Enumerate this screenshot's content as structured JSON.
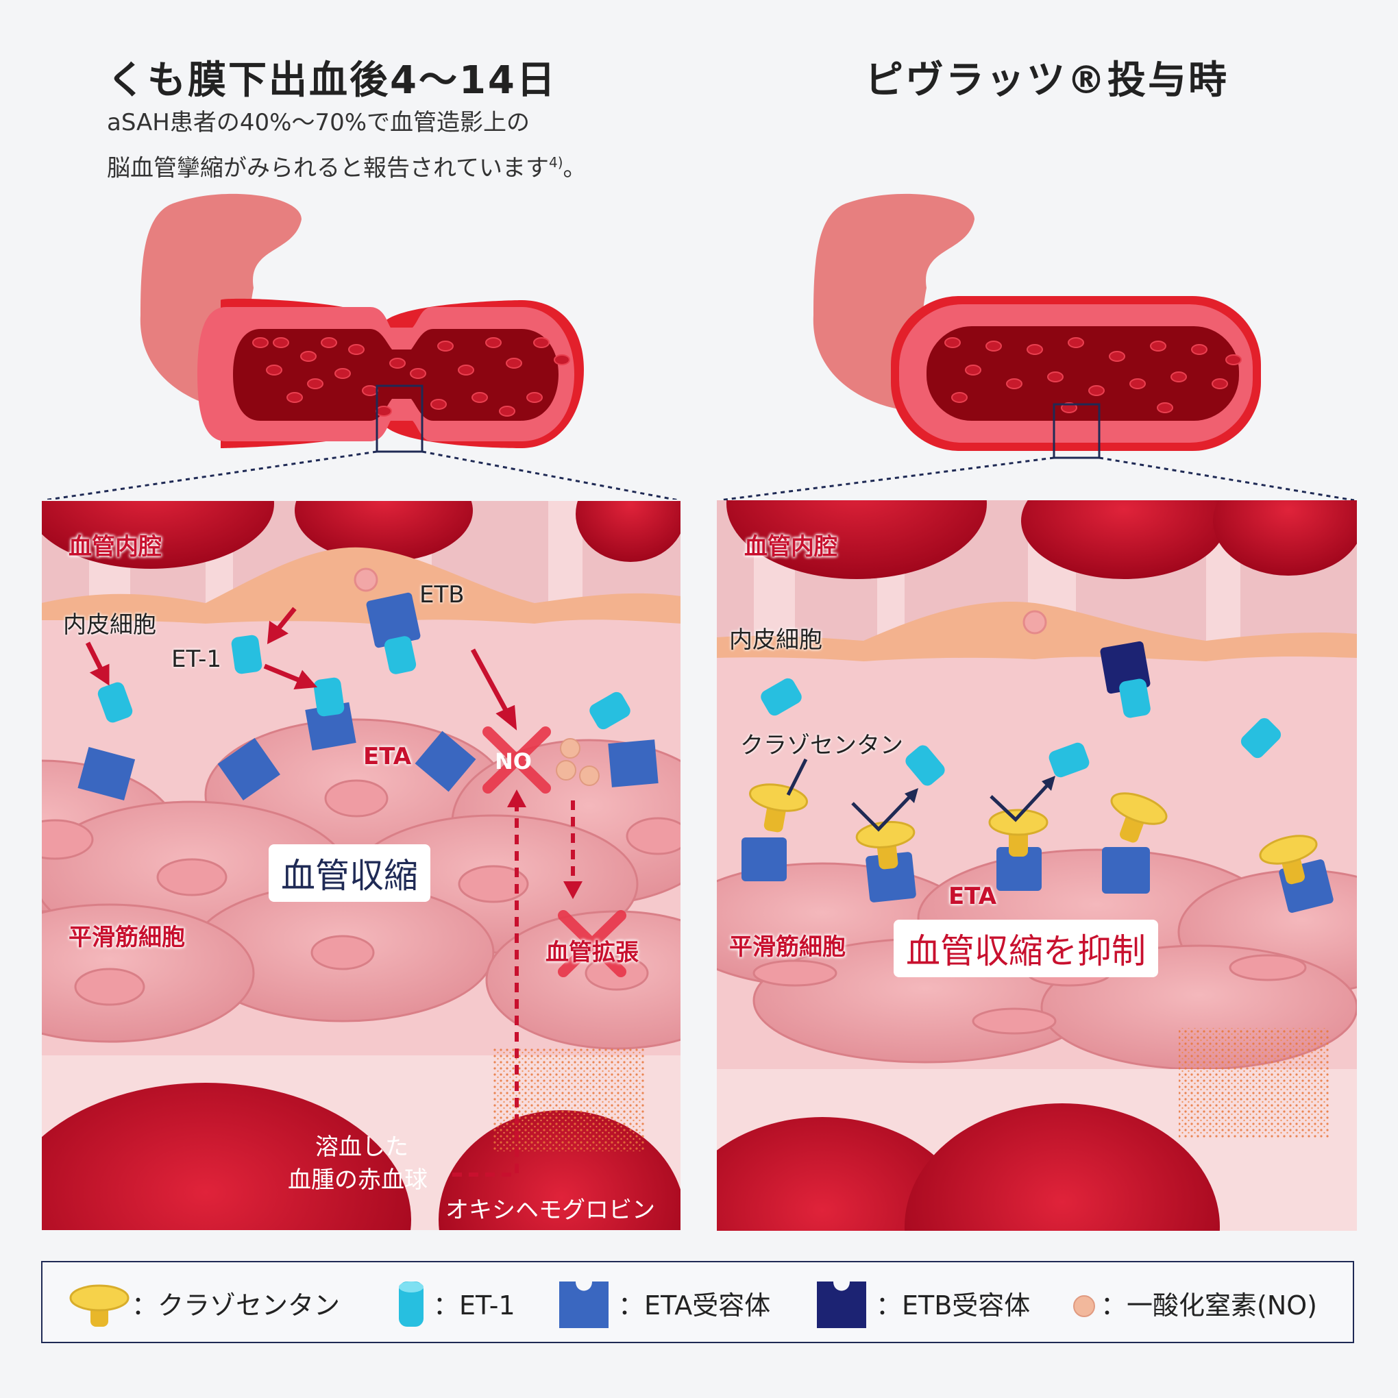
{
  "left": {
    "title": "くも膜下出血後4～14日",
    "subtitle_line1": "aSAH患者の40%～70%で血管造影上の",
    "subtitle_line2": "脳血管攣縮がみられると報告されています",
    "subtitle_ref": "4)",
    "subtitle_end": "。",
    "lumen": "血管内腔",
    "endothelial": "内皮細胞",
    "et1": "ET-1",
    "etb": "ETB",
    "eta": "ETA",
    "no": "NO",
    "constriction": "血管収縮",
    "dilation": "血管拡張",
    "smooth_muscle": "平滑筋細胞",
    "hemolyzed_line1": "溶血した",
    "hemolyzed_line2": "血腫の赤血球",
    "oxyhemoglobin": "オキシヘモグロビン"
  },
  "right": {
    "title": "ピヴラッツ®投与時",
    "lumen": "血管内腔",
    "endothelial": "内皮細胞",
    "clazosentan": "クラゾセンタン",
    "eta": "ETA",
    "smooth_muscle": "平滑筋細胞",
    "inhibit": "血管収縮を抑制"
  },
  "legend": {
    "clazosentan": "：クラゾセンタン",
    "et1": "：ET-1",
    "eta_receptor": "：ETA受容体",
    "etb_receptor": "：ETB受容体",
    "no": "：一酸化窒素(NO)"
  },
  "colors": {
    "red": "#c8102e",
    "eta_blue": "#3a67c0",
    "etb_navy": "#1c2373",
    "et1_cyan": "#27bfe0",
    "clazosentan_yellow": "#f6d24a",
    "no_peach": "#f2b89c"
  }
}
